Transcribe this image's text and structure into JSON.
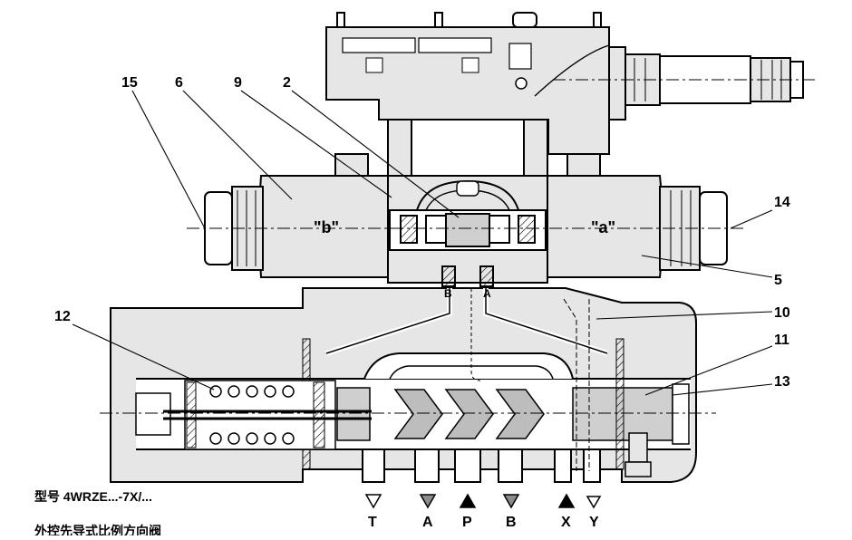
{
  "callouts": {
    "c15": "15",
    "c6": "6",
    "c9": "9",
    "c2": "2",
    "c14": "14",
    "c5": "5",
    "c12": "12",
    "c10": "10",
    "c11": "11",
    "c13": "13"
  },
  "chambers": {
    "b": "\"b\"",
    "a": "\"a\""
  },
  "pilot_ports": {
    "b": "B",
    "a": "A"
  },
  "ports": [
    "T",
    "A",
    "P",
    "B",
    "X",
    "Y"
  ],
  "caption": {
    "line1": "型号 4WRZE...-7X/...",
    "line2": "外控先导式比例方向阀"
  },
  "colors": {
    "line": "#000000",
    "body_fill": "#e6e6e6",
    "cut_fill": "#ffffff",
    "arrow_gray": "#8c8c8c"
  }
}
